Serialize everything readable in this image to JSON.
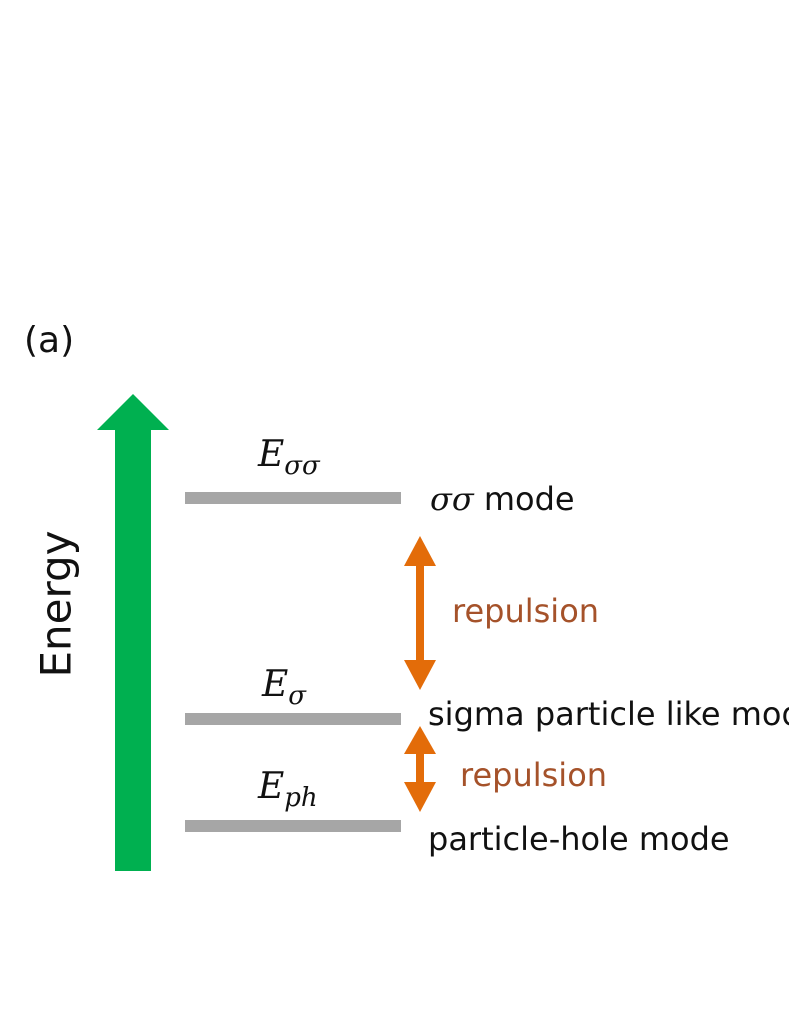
{
  "panel_label": "(a)",
  "axis_label": "Energy",
  "levels": [
    {
      "symbol": "E",
      "subscript": "σσ",
      "label_math": "σσ",
      "label_text": " mode"
    },
    {
      "symbol": "E",
      "subscript": "σ",
      "label_text": "sigma particle like mode"
    },
    {
      "symbol": "E",
      "subscript": "ph",
      "label_text": "particle-hole mode"
    }
  ],
  "repulsions": [
    {
      "label": "repulsion"
    },
    {
      "label": "repulsion"
    }
  ],
  "colors": {
    "energy_arrow": "#00b050",
    "level_line": "#a6a6a6",
    "repulsion_arrow": "#e36c09",
    "repulsion_text": "#a5522a"
  }
}
